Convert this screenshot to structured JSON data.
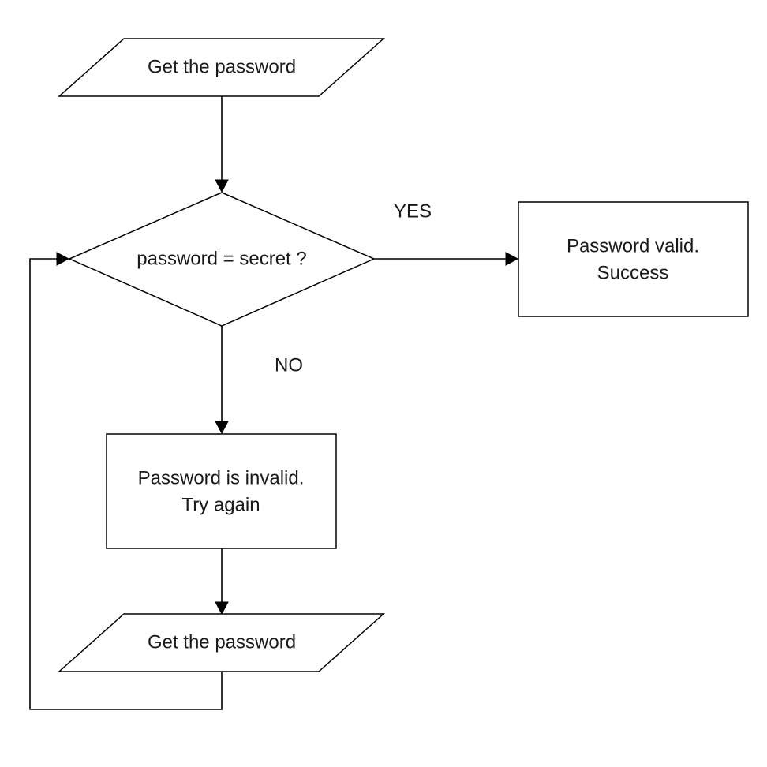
{
  "nodes": {
    "input_top": {
      "kind": "input/output",
      "text": "Get the password"
    },
    "decision": {
      "kind": "decision",
      "text": "password = secret ?"
    },
    "success": {
      "kind": "process",
      "line1": "Password valid.",
      "line2": "Success"
    },
    "invalid": {
      "kind": "process",
      "line1": "Password is invalid.",
      "line2": "Try again"
    },
    "input_bottom": {
      "kind": "input/output",
      "text": "Get the password"
    }
  },
  "edges": {
    "yes_label": "YES",
    "no_label": "NO"
  },
  "colors": {
    "stroke": "#000000",
    "fill": "#ffffff",
    "text": "#1a1a1a"
  }
}
